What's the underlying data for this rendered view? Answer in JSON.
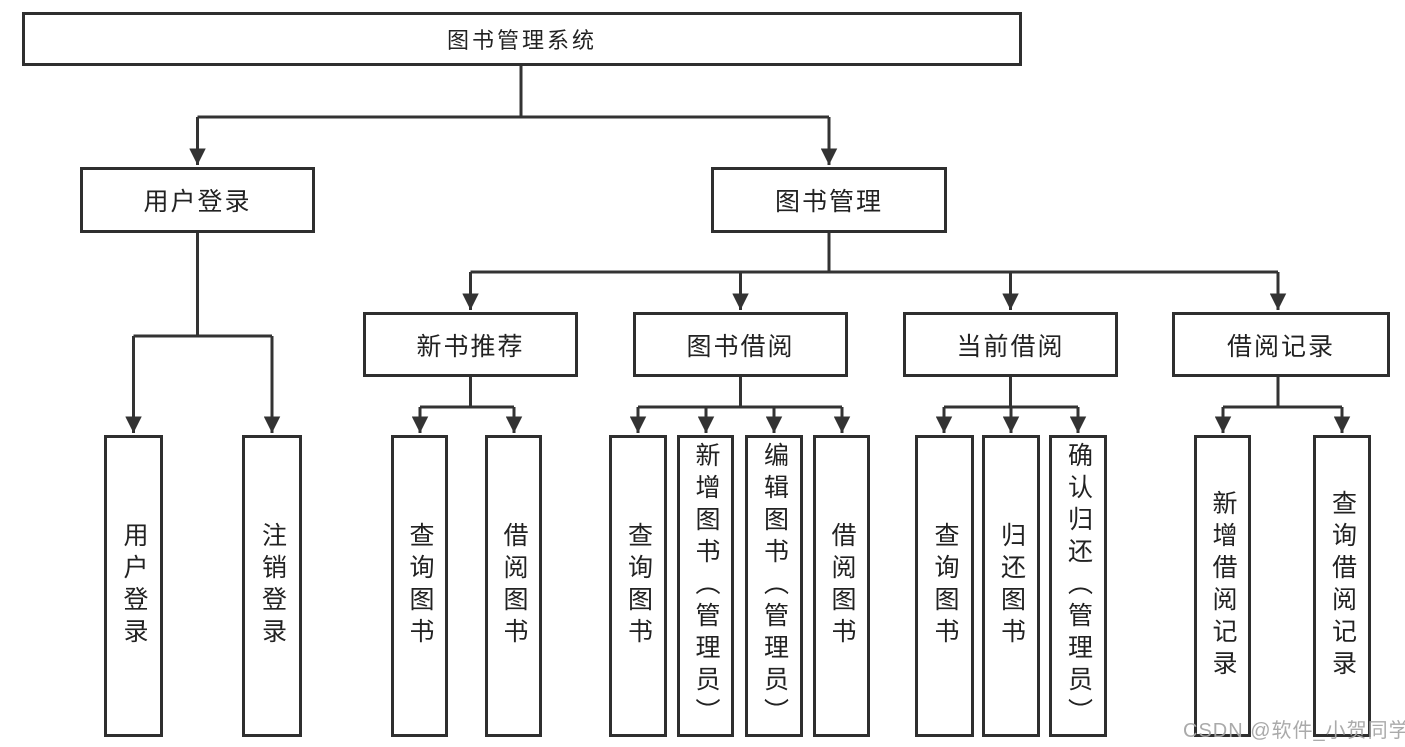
{
  "diagram": {
    "root": {
      "label": "图书管理系统",
      "children": [
        {
          "label": "用户登录",
          "children": [
            {
              "label": "用户登录"
            },
            {
              "label": "注销登录"
            }
          ]
        },
        {
          "label": "图书管理",
          "children": [
            {
              "label": "新书推荐",
              "children": [
                {
                  "label": "查询图书"
                },
                {
                  "label": "借阅图书"
                }
              ]
            },
            {
              "label": "图书借阅",
              "children": [
                {
                  "label": "查询图书"
                },
                {
                  "label": "新增图书（管理员）"
                },
                {
                  "label": "编辑图书（管理员）"
                },
                {
                  "label": "借阅图书"
                }
              ]
            },
            {
              "label": "当前借阅",
              "children": [
                {
                  "label": "查询图书"
                },
                {
                  "label": "归还图书"
                },
                {
                  "label": "确认归还（管理员）"
                }
              ]
            },
            {
              "label": "借阅记录",
              "children": [
                {
                  "label": "新增借阅记录"
                },
                {
                  "label": "查询借阅记录"
                }
              ]
            }
          ]
        }
      ]
    },
    "watermark": "CSDN @软件_小贺同学",
    "colors": {
      "line": "#333333",
      "box_border": "#2f2f2f",
      "text": "#222222",
      "watermark": "#a5a5a5",
      "background": "#ffffff"
    }
  }
}
